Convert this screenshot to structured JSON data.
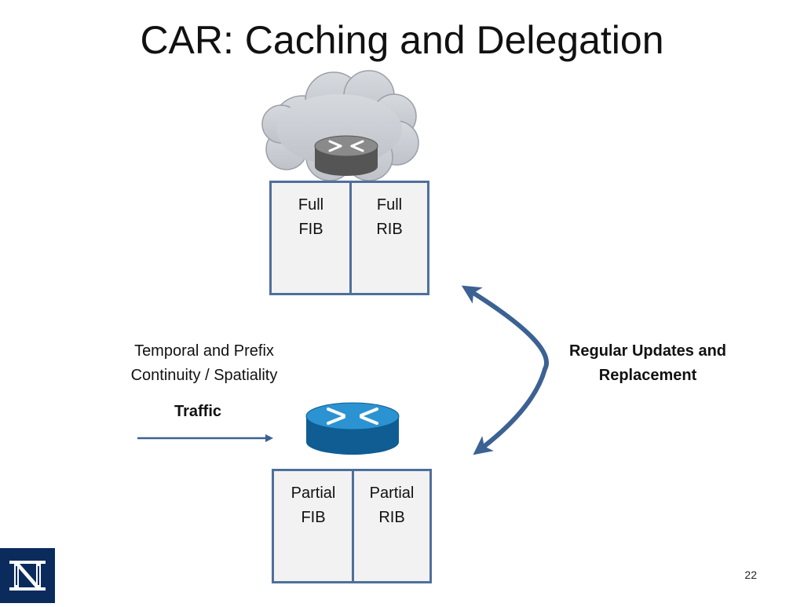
{
  "title": "CAR: Caching and Delegation",
  "full_box": {
    "left_label": [
      "Full",
      "FIB"
    ],
    "right_label": [
      "Full",
      "RIB"
    ]
  },
  "partial_box": {
    "left_label": [
      "Partial",
      "FIB"
    ],
    "right_label": [
      "Partial",
      "RIB"
    ]
  },
  "traffic_caption": [
    "Temporal and Prefix",
    "Continuity / Spatiality"
  ],
  "traffic_label": "Traffic",
  "updates_caption": [
    "Regular Updates and",
    "Replacement"
  ],
  "page_number": "22",
  "colors": {
    "box_border": "#4f6f9c",
    "box_fill": "#f2f2f2",
    "arrow": "#3c6193",
    "cloud": "#c9cdd3",
    "router_gray": "#6f6f6f",
    "router_blue": "#1d7fbf",
    "logo_bg": "#0a2b5c"
  },
  "icons": [
    "cloud-icon",
    "gray-router-icon",
    "blue-router-icon",
    "university-logo-icon"
  ]
}
